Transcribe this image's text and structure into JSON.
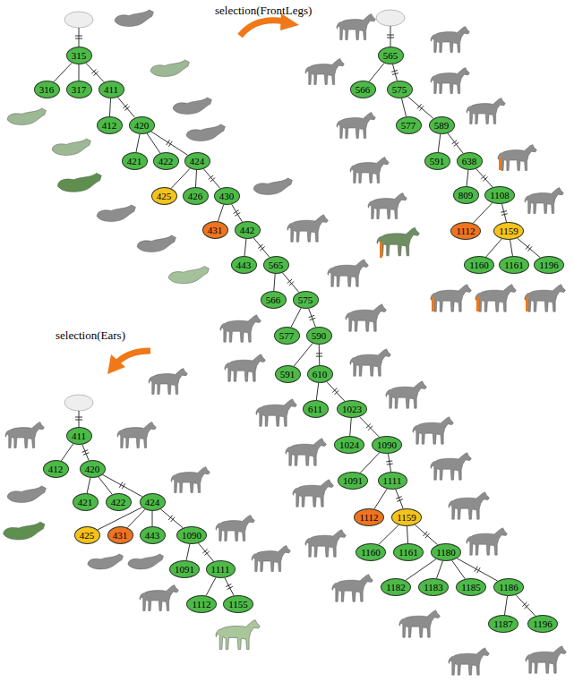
{
  "diagram": {
    "nodes": [
      {
        "text": [
          "315"
        ]
      },
      {
        "text": [
          "316"
        ]
      },
      {
        "text": [
          "317"
        ]
      },
      {
        "text": [
          "411"
        ]
      },
      {
        "text": [
          "412"
        ]
      },
      {
        "text": [
          "420"
        ]
      },
      {
        "text": [
          "421"
        ]
      },
      {
        "text": [
          "422"
        ]
      },
      {
        "text": [
          "424"
        ]
      },
      {
        "text": [
          "425"
        ]
      },
      {
        "text": [
          "426"
        ]
      },
      {
        "text": [
          "430"
        ]
      },
      {
        "text": [
          "431"
        ]
      },
      {
        "text": [
          "442"
        ]
      },
      {
        "text": [
          "443"
        ]
      },
      {
        "text": [
          "565"
        ]
      },
      {
        "text": [
          "566"
        ]
      },
      {
        "text": [
          "575"
        ]
      },
      {
        "text": [
          "577"
        ]
      },
      {
        "text": [
          "590"
        ]
      },
      {
        "text": [
          "591"
        ]
      },
      {
        "text": [
          "610"
        ]
      },
      {
        "text": [
          "611"
        ]
      },
      {
        "text": [
          "1023"
        ]
      },
      {
        "text": [
          "1024"
        ]
      },
      {
        "text": [
          "1090"
        ]
      },
      {
        "text": [
          "1091"
        ]
      },
      {
        "text": [
          "1111"
        ]
      },
      {
        "text": [
          "1112"
        ]
      },
      {
        "text": [
          "1159"
        ]
      },
      {
        "text": [
          "1160"
        ]
      },
      {
        "text": [
          "1161"
        ]
      },
      {
        "text": [
          "1180"
        ]
      },
      {
        "text": [
          "1182"
        ]
      },
      {
        "text": [
          "1183"
        ]
      },
      {
        "text": [
          "1185"
        ]
      },
      {
        "text": [
          "1186"
        ]
      },
      {
        "text": [
          "1187"
        ]
      },
      {
        "text": [
          "1196"
        ]
      },
      {
        "text": [
          "565"
        ]
      },
      {
        "text": [
          "566"
        ]
      },
      {
        "text": [
          "575"
        ]
      },
      {
        "text": [
          "577"
        ]
      },
      {
        "text": [
          "589"
        ]
      },
      {
        "text": [
          "591"
        ]
      },
      {
        "text": [
          "638"
        ]
      },
      {
        "text": [
          "809"
        ]
      },
      {
        "text": [
          "1108"
        ]
      },
      {
        "text": [
          "1112"
        ]
      },
      {
        "text": [
          "1159"
        ]
      },
      {
        "text": [
          "1160"
        ]
      },
      {
        "text": [
          "1161"
        ]
      },
      {
        "text": [
          "1196"
        ]
      },
      {
        "text": [
          "411"
        ]
      },
      {
        "text": [
          "412"
        ]
      },
      {
        "text": [
          "420"
        ]
      },
      {
        "text": [
          "421"
        ]
      },
      {
        "text": [
          "422"
        ]
      },
      {
        "text": [
          "424"
        ]
      },
      {
        "text": [
          "425"
        ]
      },
      {
        "text": [
          "431"
        ]
      },
      {
        "text": [
          "443"
        ]
      },
      {
        "text": [
          "1090"
        ]
      },
      {
        "text": [
          "1091"
        ]
      },
      {
        "text": [
          "1111"
        ]
      },
      {
        "text": [
          "1112"
        ]
      },
      {
        "text": [
          "1155"
        ]
      }
    ],
    "edges": [
      {
        "from": 0,
        "to": 1,
        "arrow": "none"
      },
      {
        "from": 0,
        "to": 2,
        "arrow": "none"
      },
      {
        "from": 0,
        "to": 3,
        "arrow": "none"
      },
      {
        "from": 3,
        "to": 4,
        "arrow": "none"
      },
      {
        "from": 3,
        "to": 5,
        "arrow": "none"
      },
      {
        "from": 5,
        "to": 6,
        "arrow": "none"
      },
      {
        "from": 5,
        "to": 7,
        "arrow": "none"
      },
      {
        "from": 5,
        "to": 8,
        "arrow": "none"
      },
      {
        "from": 8,
        "to": 9,
        "arrow": "none"
      },
      {
        "from": 8,
        "to": 10,
        "arrow": "none"
      },
      {
        "from": 8,
        "to": 11,
        "arrow": "none"
      },
      {
        "from": 11,
        "to": 12,
        "arrow": "none"
      },
      {
        "from": 11,
        "to": 13,
        "arrow": "none"
      },
      {
        "from": 13,
        "to": 14,
        "arrow": "none"
      },
      {
        "from": 13,
        "to": 15,
        "arrow": "none"
      },
      {
        "from": 15,
        "to": 16,
        "arrow": "none"
      },
      {
        "from": 15,
        "to": 17,
        "arrow": "none"
      },
      {
        "from": 17,
        "to": 18,
        "arrow": "none"
      },
      {
        "from": 17,
        "to": 19,
        "arrow": "none"
      },
      {
        "from": 19,
        "to": 20,
        "arrow": "none"
      },
      {
        "from": 19,
        "to": 21,
        "arrow": "none"
      },
      {
        "from": 21,
        "to": 22,
        "arrow": "none"
      },
      {
        "from": 21,
        "to": 23,
        "arrow": "none"
      },
      {
        "from": 23,
        "to": 24,
        "arrow": "none"
      },
      {
        "from": 23,
        "to": 25,
        "arrow": "none"
      },
      {
        "from": 25,
        "to": 26,
        "arrow": "none"
      },
      {
        "from": 25,
        "to": 27,
        "arrow": "none"
      },
      {
        "from": 27,
        "to": 28,
        "arrow": "none"
      },
      {
        "from": 27,
        "to": 29,
        "arrow": "none"
      },
      {
        "from": 29,
        "to": 30,
        "arrow": "none"
      },
      {
        "from": 29,
        "to": 31,
        "arrow": "none"
      },
      {
        "from": 29,
        "to": 32,
        "arrow": "none"
      },
      {
        "from": 32,
        "to": 33,
        "arrow": "none"
      },
      {
        "from": 32,
        "to": 34,
        "arrow": "none"
      },
      {
        "from": 32,
        "to": 35,
        "arrow": "none"
      },
      {
        "from": 32,
        "to": 36,
        "arrow": "none"
      },
      {
        "from": 36,
        "to": 37,
        "arrow": "none"
      },
      {
        "from": 36,
        "to": 38,
        "arrow": "none"
      },
      {
        "from": 39,
        "to": 40,
        "arrow": "none"
      },
      {
        "from": 39,
        "to": 41,
        "arrow": "none"
      },
      {
        "from": 41,
        "to": 42,
        "arrow": "none"
      },
      {
        "from": 41,
        "to": 43,
        "arrow": "none"
      },
      {
        "from": 43,
        "to": 44,
        "arrow": "none"
      },
      {
        "from": 43,
        "to": 45,
        "arrow": "none"
      },
      {
        "from": 45,
        "to": 46,
        "arrow": "none"
      },
      {
        "from": 45,
        "to": 47,
        "arrow": "none"
      },
      {
        "from": 47,
        "to": 48,
        "arrow": "none"
      },
      {
        "from": 47,
        "to": 49,
        "arrow": "none"
      },
      {
        "from": 49,
        "to": 50,
        "arrow": "none"
      },
      {
        "from": 49,
        "to": 51,
        "arrow": "none"
      },
      {
        "from": 49,
        "to": 52,
        "arrow": "none"
      },
      {
        "from": 53,
        "to": 54,
        "arrow": "none"
      },
      {
        "from": 53,
        "to": 55,
        "arrow": "none"
      },
      {
        "from": 55,
        "to": 56,
        "arrow": "none"
      },
      {
        "from": 55,
        "to": 57,
        "arrow": "none"
      },
      {
        "from": 55,
        "to": 58,
        "arrow": "none"
      },
      {
        "from": 58,
        "to": 59,
        "arrow": "none"
      },
      {
        "from": 58,
        "to": 60,
        "arrow": "none"
      },
      {
        "from": 58,
        "to": 61,
        "arrow": "none"
      },
      {
        "from": 58,
        "to": 62,
        "arrow": "none"
      },
      {
        "from": 62,
        "to": 63,
        "arrow": "none"
      },
      {
        "from": 62,
        "to": 64,
        "arrow": "none"
      },
      {
        "from": 64,
        "to": 65,
        "arrow": "none"
      },
      {
        "from": 64,
        "to": 66,
        "arrow": "none"
      }
    ],
    "labels": [
      "selection(FrontLegs)",
      "selection(Ears)"
    ]
  }
}
